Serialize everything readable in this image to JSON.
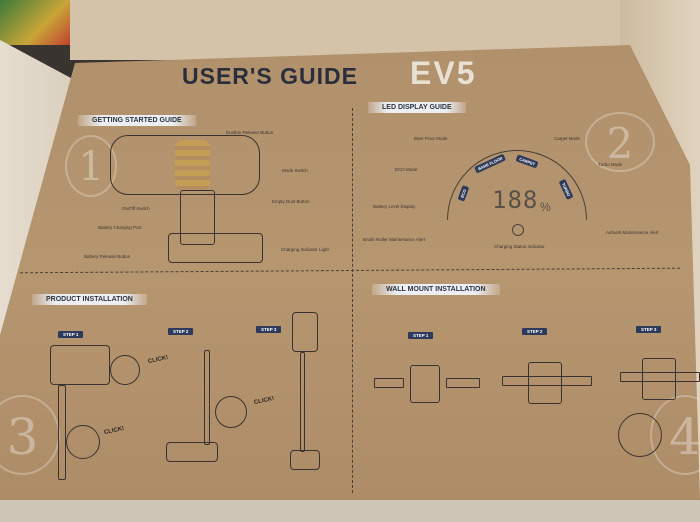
{
  "guide": {
    "title": "USER'S GUIDE",
    "model": "EV5",
    "sections": {
      "getting_started": {
        "title": "GETTING STARTED GUIDE",
        "number": "1",
        "labels": [
          "Dustbin Release Button",
          "Mode Switch",
          "Empty Dust Button",
          "On/Off Switch",
          "Battery Charging Port",
          "Battery Release Button",
          "Charging Indicator Light"
        ]
      },
      "led_display": {
        "title": "LED DISPLAY GUIDE",
        "number": "2",
        "labels": [
          "Bare Floor Mode",
          "Carpet Mode",
          "ECO Mode",
          "Turbo Mode",
          "Battery Level Display",
          "Brush Roller Maintenance Alert",
          "Charging Status Indicator",
          "Airbush Maintenance Alert"
        ],
        "display_segments": [
          "ECO",
          "BARE FLOOR",
          "CARPET",
          "TURBO"
        ],
        "display_value": "188",
        "display_unit": "%"
      },
      "product_installation": {
        "title": "PRODUCT INSTALLATION",
        "number": "3",
        "steps": [
          "STEP 1",
          "STEP 2",
          "STEP 3"
        ],
        "click_labels": [
          "CLICK!",
          "CLICK!",
          "CLICK!"
        ]
      },
      "wall_mount": {
        "title": "WALL MOUNT INSTALLATION",
        "number": "4",
        "steps": [
          "STEP 1",
          "STEP 2",
          "STEP 3"
        ]
      }
    }
  },
  "colors": {
    "kraft": "#b1916c",
    "ink": "#2a2e3c",
    "accent_navy": "#2e3a5c"
  }
}
